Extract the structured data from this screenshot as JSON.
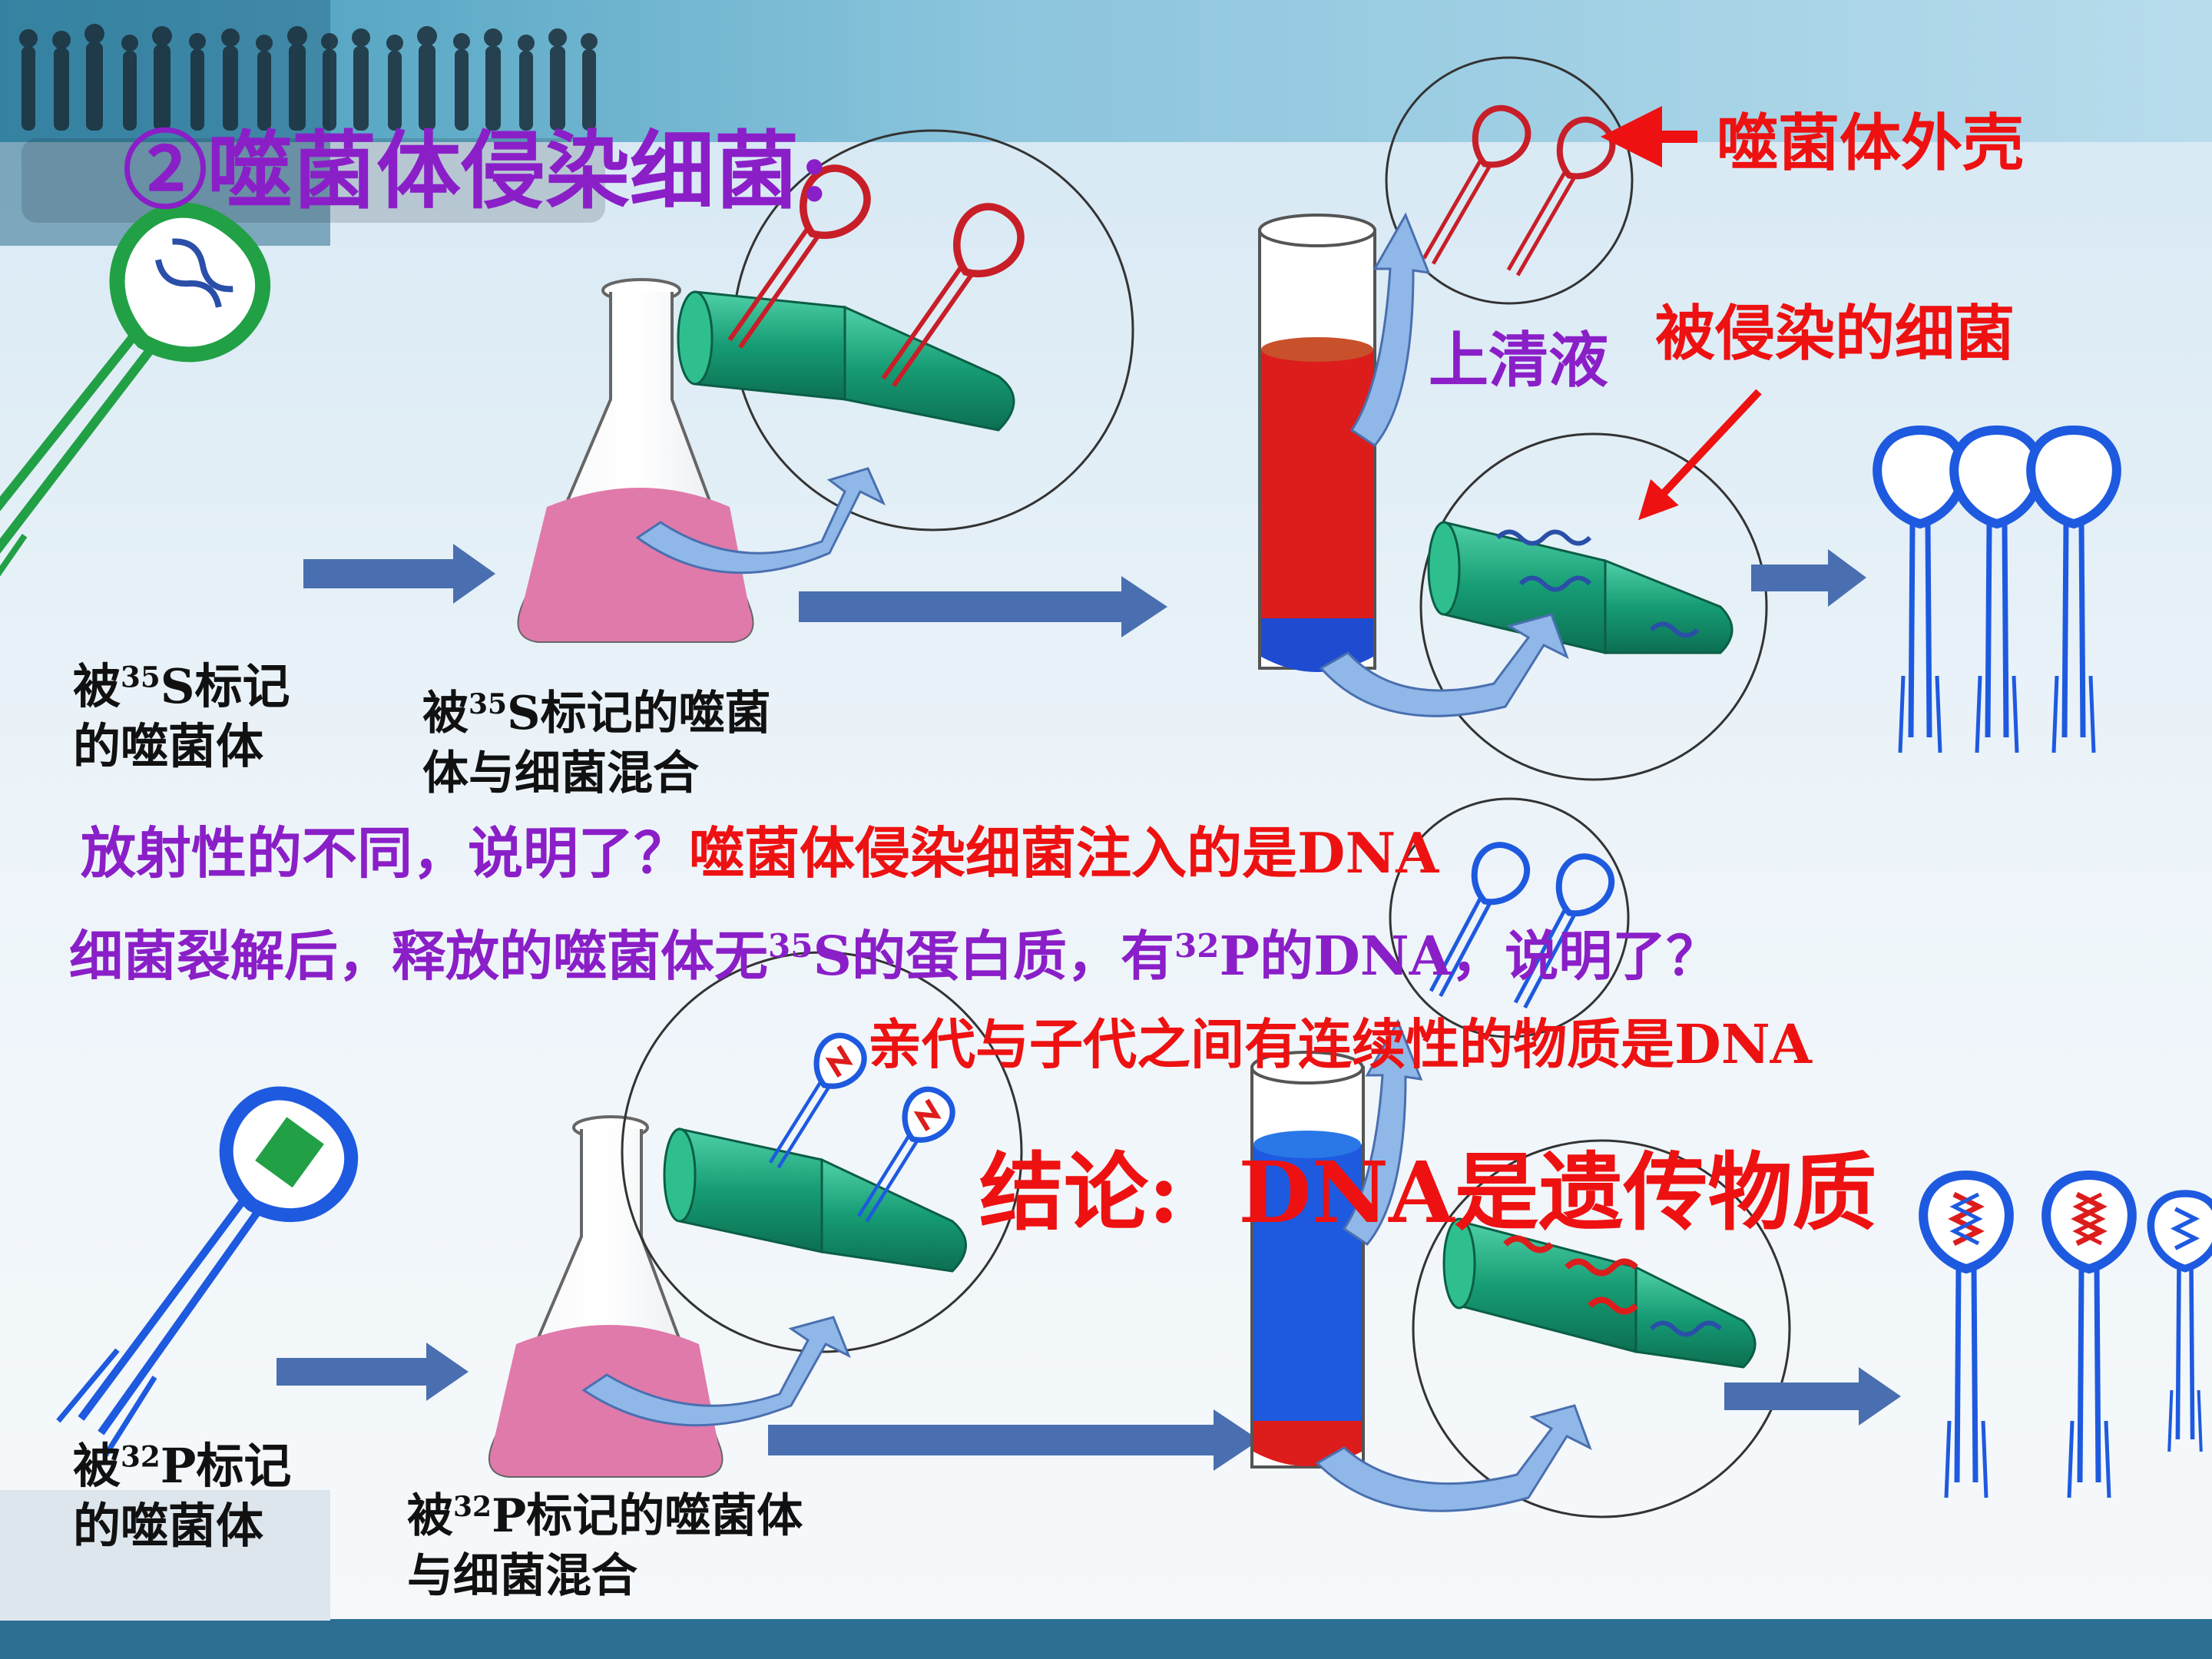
{
  "title": "②噬菌体侵染细菌:",
  "labels": {
    "top_shell": "噬菌体外壳",
    "top_infected": "被侵染的细菌",
    "top_supernatant": "上清液",
    "s35_phage": {
      "pre": "被",
      "iso": "35",
      "post": "S标记",
      "line2": "的噬菌体"
    },
    "s35_mix": {
      "pre": "被",
      "iso": "35",
      "post": "S标记的噬菌",
      "line2": "体与细菌混合"
    },
    "p32_phage": {
      "pre": "被",
      "iso": "32",
      "post": "P标记",
      "line2": "的噬菌体"
    },
    "p32_mix": {
      "pre": "被",
      "iso": "32",
      "post": "P标记的噬菌体",
      "line2": "与细菌混合"
    }
  },
  "question1": {
    "q": "放射性的不同，说明了？",
    "a": "噬菌体侵染细菌注入的是DNA"
  },
  "question2": {
    "a": "细菌裂解后，释放的噬菌体无",
    "b": "35",
    "c": "S的蛋白质，有",
    "d": "32",
    "e": "P的DNA，说明了？"
  },
  "answer2": "亲代与子代之间有连续性的物质是DNA",
  "conclusion": {
    "label": "结论:",
    "value": "DNA是遗传物质"
  },
  "colors": {
    "title_purple": "#8a1fc8",
    "answer_red": "#ee1111",
    "phage_green": "#22a046",
    "phage_blue": "#1e5adf",
    "phage_red": "#c81e28",
    "bacteria_teal": "#1aa37e",
    "culture_pink": "#e07aaa",
    "arrow_blue": "#4a6fb0"
  }
}
